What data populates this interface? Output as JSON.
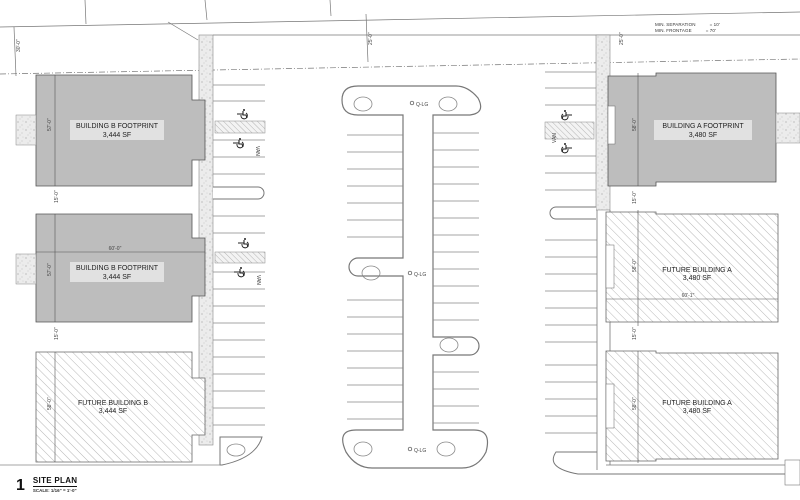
{
  "drawing": {
    "number": "1",
    "title": "SITE PLAN",
    "scale": "SCALE: 1/16\" = 1'-0\""
  },
  "notes": [
    {
      "label": "MIN. SEPARATION",
      "value": "= 10'"
    },
    {
      "label": "MIN. FRONTAGE",
      "value": "= 70'"
    }
  ],
  "buildings": [
    {
      "id": "b1",
      "name": "BUILDING B FOOTPRINT",
      "area": "3,444 SF",
      "status": "existing",
      "side": "left",
      "depth_dim": "57'-0\""
    },
    {
      "id": "b2",
      "name": "BUILDING B FOOTPRINT",
      "area": "3,444 SF",
      "status": "existing",
      "side": "left",
      "depth_dim": "57'-0\"",
      "width_dim": "60'-0\""
    },
    {
      "id": "b3",
      "name": "FUTURE BUILDING B",
      "area": "3,444 SF",
      "status": "future",
      "side": "left",
      "depth_dim": "58'-0\""
    },
    {
      "id": "a1",
      "name": "BUILDING A FOOTPRINT",
      "area": "3,480 SF",
      "status": "existing",
      "side": "right",
      "depth_dim": "58'-0\""
    },
    {
      "id": "a2",
      "name": "FUTURE BUILDING A",
      "area": "3,480 SF",
      "status": "future",
      "side": "right",
      "depth_dim": "58'-0\"",
      "width_dim": "60'-1\""
    },
    {
      "id": "a3",
      "name": "FUTURE BUILDING A",
      "area": "3,480 SF",
      "status": "future",
      "side": "right",
      "depth_dim": "58'-0\""
    }
  ],
  "dimensions": {
    "top_left_setback": "30'-0\"",
    "top_center": "25'-0\"",
    "top_right": "25'-0\"",
    "sep_left_1": "15'-0\"",
    "sep_left_2": "15'-0\"",
    "sep_right_1": "15'-0\"",
    "sep_right_2": "15'-0\""
  },
  "parking": {
    "accessible_tag": "VAN",
    "accessible_symbol": "wheelchair-icon",
    "lamp_tag": "Q-LG"
  },
  "colors": {
    "building_fill": "#bdbdbd",
    "building_stroke": "#555555",
    "line": "#6e6e6e",
    "hatch": "#9a9a9a",
    "curb": "#7a7a7a"
  }
}
